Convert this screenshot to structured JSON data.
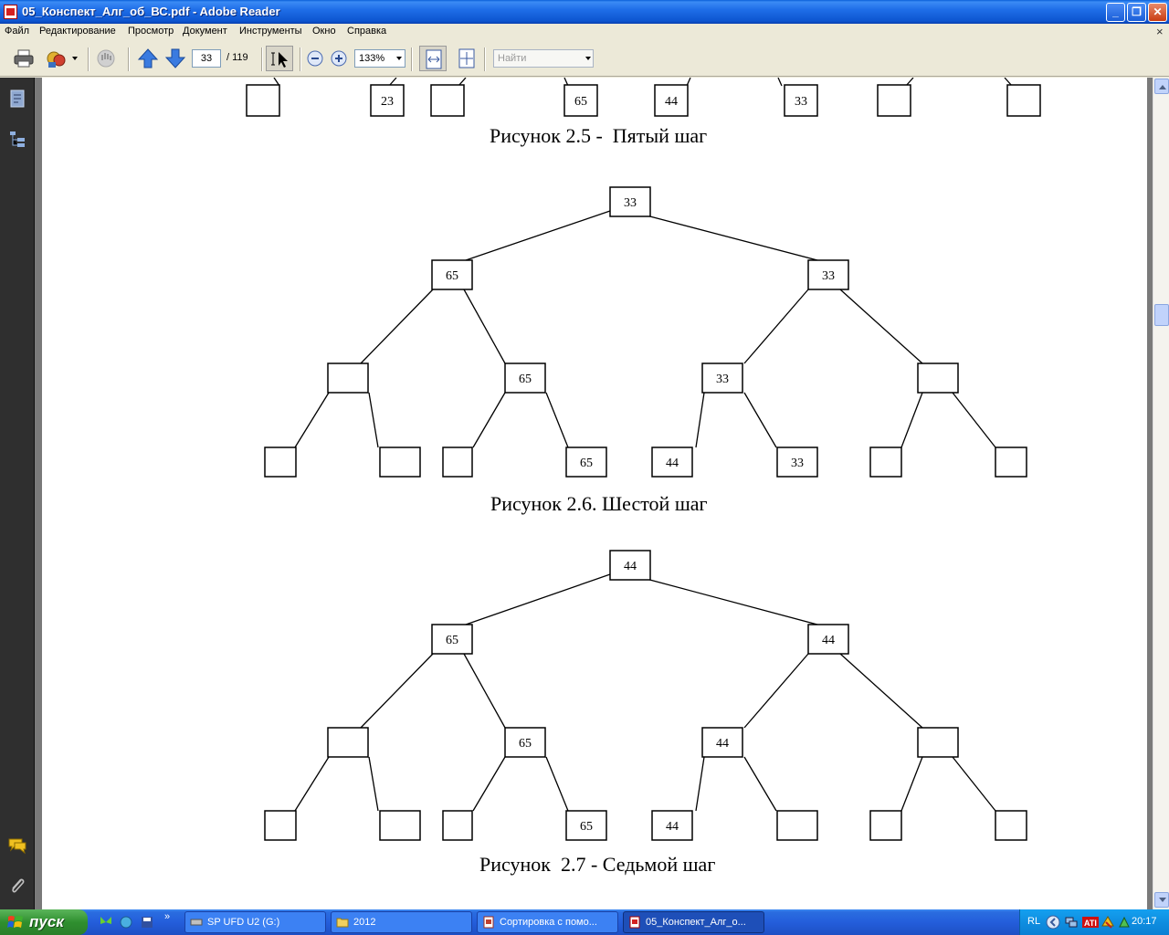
{
  "window": {
    "title": "05_Конспект_Алг_об_ВС.pdf - Adobe Reader"
  },
  "menu": [
    "Файл",
    "Редактирование",
    "Просмотр",
    "Документ",
    "Инструменты",
    "Окно",
    "Справка"
  ],
  "toolbar": {
    "page_current": "33",
    "page_total": "/ 119",
    "zoom": "133%",
    "find_placeholder": "Найти"
  },
  "document": {
    "captions": [
      "Рисунок 2.5 -  Пятый шаг",
      "Рисунок 2.6. Шестой шаг",
      "Рисунок  2.7 - Седьмой шаг"
    ],
    "figure_top_partial": {
      "leaf_labels": [
        "",
        "23",
        "",
        "65",
        "44",
        "33",
        "",
        ""
      ]
    },
    "figure_2_6": {
      "root": "33",
      "level1": [
        "65",
        "33"
      ],
      "level2": [
        "",
        "65",
        "33",
        ""
      ],
      "level3": [
        "",
        "",
        "",
        "65",
        "44",
        "33",
        "",
        ""
      ]
    },
    "figure_2_7": {
      "root": "44",
      "level1": [
        "65",
        "44"
      ],
      "level2": [
        "",
        "65",
        "44",
        ""
      ],
      "level3": [
        "",
        "",
        "",
        "65",
        "44",
        "",
        "",
        ""
      ]
    }
  },
  "taskbar": {
    "start_label": "пуск",
    "tasks": [
      "SP UFD U2 (G:)",
      "2012",
      "Сортировка с помо...",
      "05_Конспект_Алг_о..."
    ],
    "tray_lang": "RL",
    "clock": "20:17"
  }
}
